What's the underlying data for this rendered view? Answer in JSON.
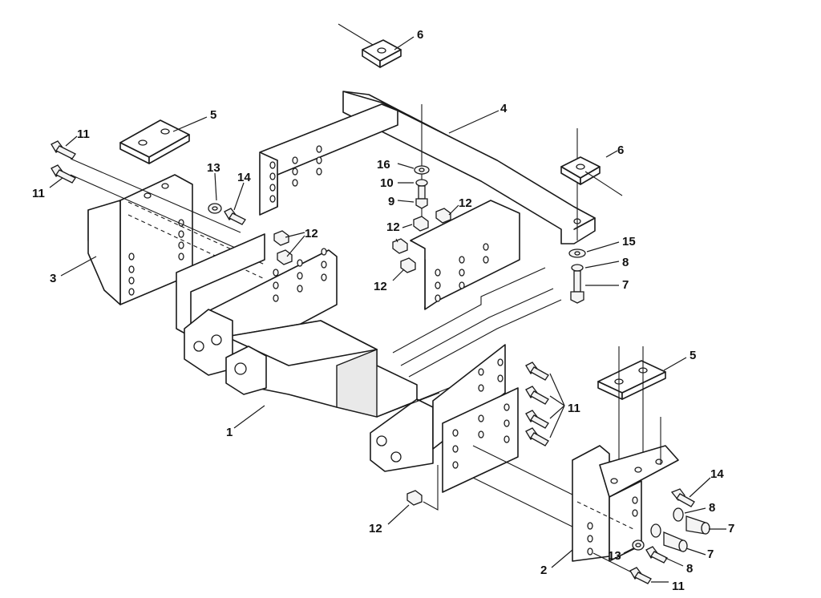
{
  "callouts": {
    "c1": "1",
    "c2": "2",
    "c3": "3",
    "c4": "4",
    "c5a": "5",
    "c5b": "5",
    "c6a": "6",
    "c6b": "6",
    "c7a": "7",
    "c7b": "7",
    "c7c": "7",
    "c8a": "8",
    "c8b": "8",
    "c8c": "8",
    "c9": "9",
    "c10": "10",
    "c11a": "11",
    "c11b": "11",
    "c11c": "11",
    "c11d": "11",
    "c12a": "12",
    "c12b": "12",
    "c12c": "12",
    "c12d": "12",
    "c12e": "12",
    "c13a": "13",
    "c13b": "13",
    "c14a": "14",
    "c14b": "14",
    "c15": "15",
    "c16": "16"
  }
}
